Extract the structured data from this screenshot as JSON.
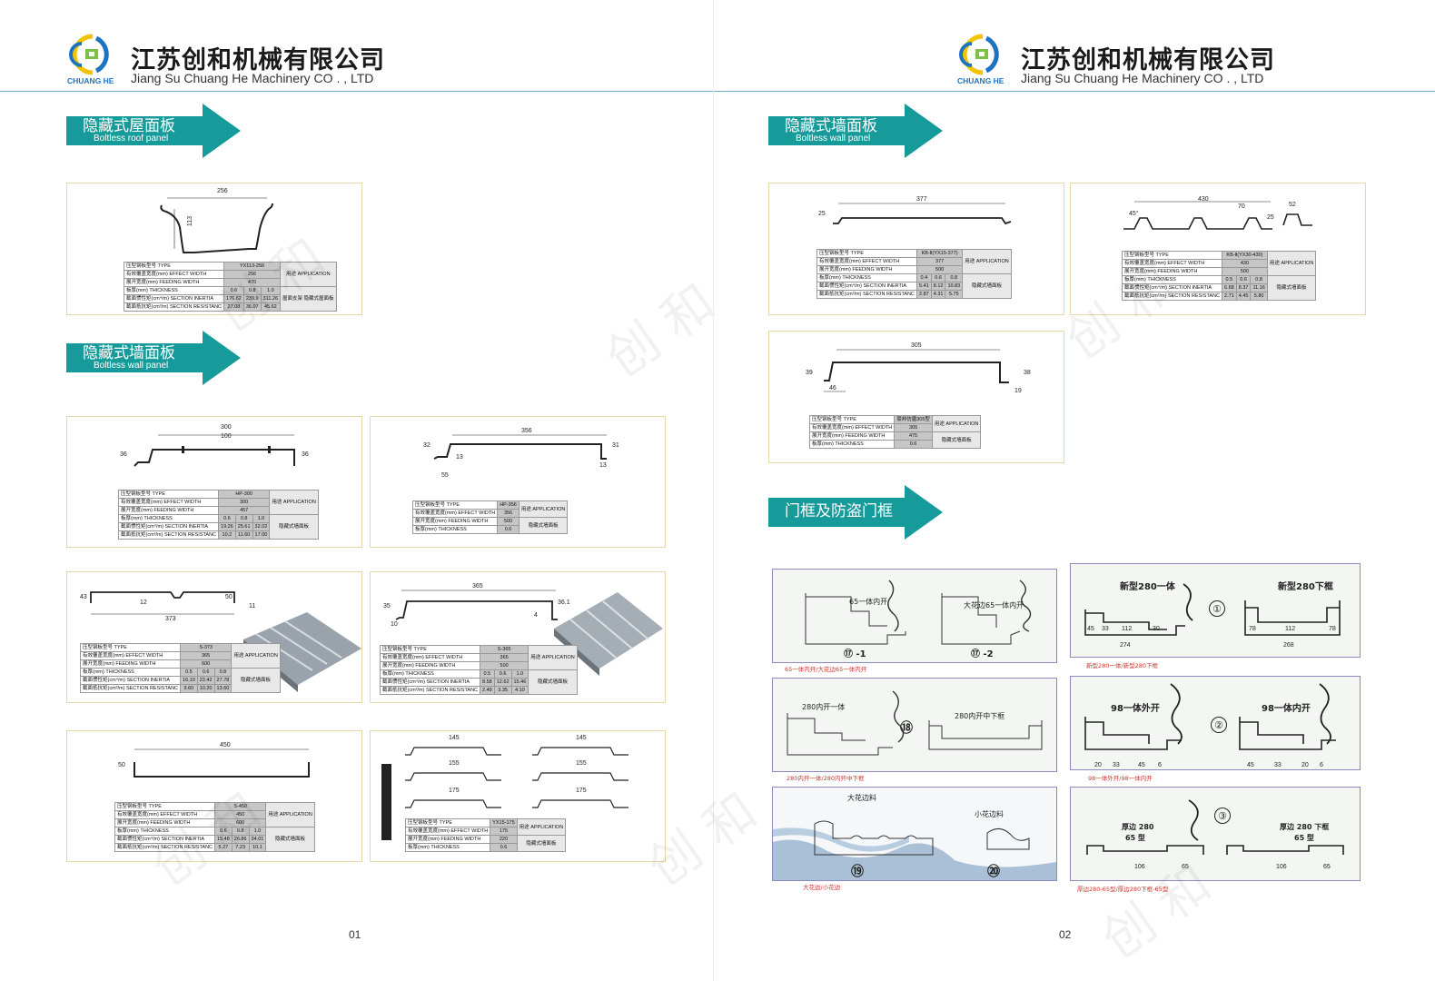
{
  "company": {
    "name_cn": "江苏创和机械有限公司",
    "name_en": "Jiang Su Chuang He Machinery CO . , LTD",
    "logo_text": "CHUANG HE"
  },
  "watermark": "创 和",
  "left": {
    "page_number": "01",
    "banner1": {
      "cn": "隐藏式屋面板",
      "en": "Boltless roof panel"
    },
    "banner2": {
      "cn": "隐藏式墙面板",
      "en": "Boltless wall panel"
    },
    "roof": {
      "dims": [
        "256",
        "113"
      ],
      "rows": [
        "压型钢板型号 TYPE",
        "有效覆盖宽度(mm) EFFECT WIDTH",
        "展开宽度(mm) FEEDING WIDTH",
        "板厚(mm) THICKNESS",
        "截面惯性矩(cm⁴/m) SECTION INERTIA",
        "截面抵抗矩(cm³/m) SECTION RESISTANC"
      ],
      "type": "YX113-256",
      "width": "256",
      "feed": "470",
      "thick": [
        "0.6",
        "0.8",
        "1.0"
      ],
      "inertia": [
        "176.62",
        "239.9",
        "311.26"
      ],
      "resist": [
        "27.08",
        "36.07",
        "45.62"
      ],
      "app_h": "用途 APPLICATION",
      "app_v": "屋面支架 隐藏式屋面板"
    },
    "hp300": {
      "dims": [
        "300",
        "100",
        "36",
        "36"
      ],
      "type": "HP-300",
      "width": "300",
      "feed": "457",
      "thick": [
        "0.6",
        "0.8",
        "1.0"
      ],
      "inertia": [
        "19.26",
        "25.61",
        "32.02"
      ],
      "resist": [
        "10.2",
        "11.60",
        "17.00"
      ],
      "app_h": "用途 APPLICATION",
      "app_v": "隐藏式墙面板"
    },
    "hp356": {
      "dims": [
        "356",
        "32",
        "31",
        "13",
        "13",
        "55"
      ],
      "type": "HP-356",
      "width": "356",
      "feed": "500",
      "thick": "0.6",
      "app_h": "用途 APPLICATION",
      "app_v": "隐藏式墙面板"
    },
    "s373": {
      "dims": [
        "43",
        "12",
        "373",
        "50",
        "11"
      ],
      "type": "S-373",
      "width": "365",
      "feed": "600",
      "thick": [
        "0.5",
        "0.6",
        "0.8"
      ],
      "inertia": [
        "16.10",
        "22.42",
        "27.78"
      ],
      "resist": [
        "9.60",
        "10.20",
        "13.60"
      ],
      "app_h": "用途 APPLICATION",
      "app_v": "隐藏式墙面板"
    },
    "s365": {
      "dims": [
        "365",
        "35",
        "10",
        "4",
        "36.1"
      ],
      "type": "S-365",
      "width": "365",
      "feed": "500",
      "thick": [
        "0.5",
        "0.6",
        "1.0"
      ],
      "inertia": [
        "8.58",
        "12.62",
        "15.46"
      ],
      "resist": [
        "2.49",
        "3.35",
        "4.10"
      ],
      "app_h": "用途 APPLICATION",
      "app_v": "隐藏式墙面板"
    },
    "s450": {
      "dims": [
        "450",
        "50"
      ],
      "type": "S-450",
      "width": "450",
      "feed": "600",
      "thick": [
        "0.6",
        "0.8",
        "1.0"
      ],
      "inertia": [
        "15.48",
        "26.86",
        "34.01"
      ],
      "resist": [
        "5.27",
        "7.23",
        "10.1"
      ],
      "app_h": "用途 APPLICATION",
      "app_v": "隐藏式墙面板"
    },
    "yx15": {
      "dims": [
        "145",
        "145",
        "155",
        "155",
        "175",
        "175"
      ],
      "tag": "YX15-175",
      "type": "YX15-175",
      "width": "175",
      "feed": "220",
      "thick": "0.6",
      "app_h": "用途 APPLICATION",
      "app_v": "隐藏式墙面板"
    }
  },
  "right": {
    "page_number": "02",
    "banner1": {
      "cn": "隐藏式墙面板",
      "en": "Boltless wall panel"
    },
    "banner2": {
      "cn": "门框及防盗门框"
    },
    "kb377": {
      "dims": [
        "377",
        "25"
      ],
      "type": "KB-Ⅱ(YX15-377)",
      "width": "377",
      "feed": "500",
      "thick": [
        "0.4",
        "0.6",
        "0.8"
      ],
      "inertia": [
        "5.41",
        "8.12",
        "10.83"
      ],
      "resist": [
        "2.87",
        "4.31",
        "5.75"
      ],
      "app_h": "用途 APPLICATION",
      "app_v": "隐藏式墙面板"
    },
    "kb430": {
      "dims": [
        "430",
        "45°",
        "70",
        "52",
        "25"
      ],
      "type": "KB-Ⅱ(YX30-430)",
      "width": "430",
      "feed": "500",
      "thick": [
        "0.5",
        "0.6",
        "0.8"
      ],
      "inertia": [
        "6.68",
        "8.37",
        "11.16"
      ],
      "resist": [
        "2.71",
        "4.45",
        "5.80"
      ],
      "app_h": "用途 APPLICATION",
      "app_v": "隐藏式墙面板"
    },
    "p305": {
      "dims": [
        "305",
        "39",
        "46",
        "38",
        "19"
      ],
      "type": "豪邦仿唐305型",
      "width": "305",
      "feed": "475",
      "thick": "0.6",
      "app_h": "用途 APPLICATION",
      "app_v": "隐藏式墙面板"
    },
    "doors": [
      {
        "labels": [
          "65一体内开",
          "大花边65一体内开"
        ],
        "nums": [
          "⑰ -1",
          "⑰ -2"
        ],
        "caption": "65一体内开/大花边65一体内开"
      },
      {
        "labels": [
          "新型280一体",
          "新型280下框"
        ],
        "nums": [
          "①"
        ],
        "caption": "新型280一体/新型280下框",
        "dims": [
          "45",
          "33",
          "112",
          "30",
          "274",
          "78",
          "112",
          "78",
          "268"
        ]
      },
      {
        "labels": [
          "280内开一体",
          "280内开中下框"
        ],
        "nums": [
          "⑱"
        ],
        "caption": "280内开一体/280内开中下框"
      },
      {
        "labels": [
          "98一体外开",
          "98一体内开"
        ],
        "nums": [
          "②"
        ],
        "caption": "98一体外开/98一体内开",
        "dims": [
          "20",
          "33",
          "45",
          "6",
          "45",
          "33",
          "20",
          "6"
        ]
      },
      {
        "labels": [
          "大花边料",
          "小花边料"
        ],
        "nums": [
          "⑲",
          "⑳"
        ],
        "caption": "大花边/小花边"
      },
      {
        "labels": [
          "厚边 280",
          "65 型",
          "厚边 280 下框",
          "65 型"
        ],
        "nums": [
          "③"
        ],
        "caption": "厚边280-65型/厚边280下框-65型",
        "dims": [
          "106",
          "65",
          "106",
          "65"
        ]
      }
    ]
  }
}
